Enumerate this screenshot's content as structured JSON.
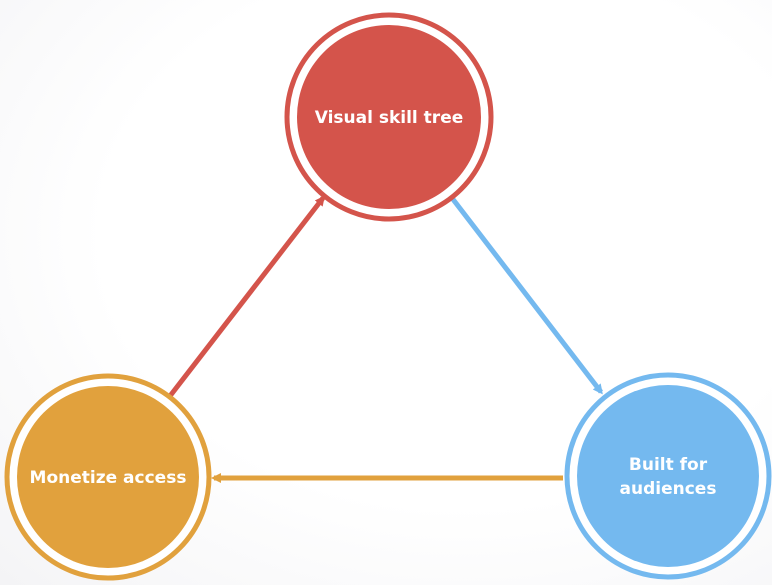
{
  "nodes": {
    "top": {
      "label": "Visual skill tree",
      "color": "#d4544b"
    },
    "right": {
      "label_line1": "Built for",
      "label_line2": "audiences",
      "color": "#74b9ef"
    },
    "left": {
      "label": "Monetize access",
      "color": "#e1a13d"
    }
  }
}
